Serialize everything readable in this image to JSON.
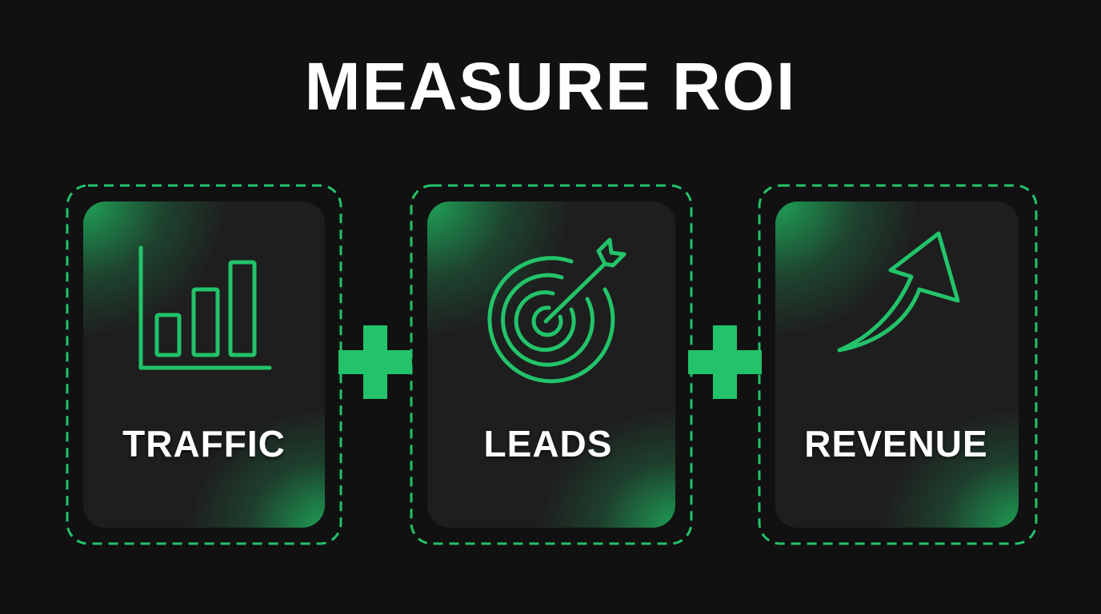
{
  "title": "MEASURE ROI",
  "colors": {
    "background": "#111111",
    "card": "#1e1e1e",
    "accent": "#22c36a",
    "text": "#ffffff"
  },
  "operator": "+",
  "cards": [
    {
      "label": "TRAFFIC",
      "icon": "bar-chart-icon"
    },
    {
      "label": "LEADS",
      "icon": "target-arrow-icon"
    },
    {
      "label": "REVENUE",
      "icon": "trend-up-arrow-icon"
    }
  ]
}
